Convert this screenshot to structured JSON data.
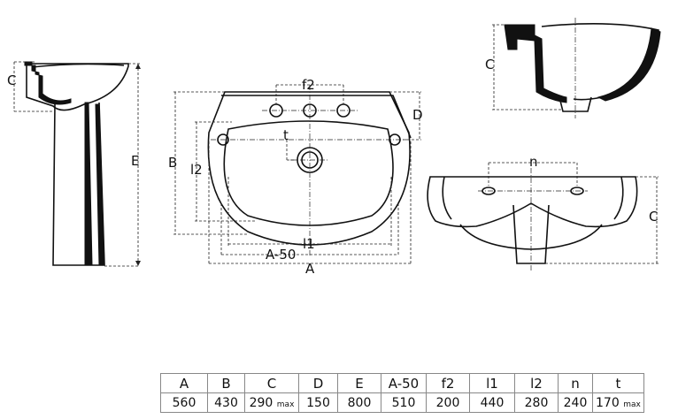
{
  "labels": {
    "side_C": "C",
    "side_E": "E",
    "front_B": "B",
    "front_f2": "f2",
    "front_D": "D",
    "front_t": "t",
    "front_l2": "l2",
    "front_l1": "l1",
    "front_A50": "A-50",
    "front_A": "A",
    "section_C": "C",
    "back_n": "n",
    "back_C": "C"
  },
  "table": {
    "headers": [
      "A",
      "B",
      "C",
      "D",
      "E",
      "A-50",
      "f2",
      "l1",
      "l2",
      "n",
      "t"
    ],
    "values": [
      {
        "v": "560",
        "suffix": ""
      },
      {
        "v": "430",
        "suffix": ""
      },
      {
        "v": "290",
        "suffix": "max"
      },
      {
        "v": "150",
        "suffix": ""
      },
      {
        "v": "800",
        "suffix": ""
      },
      {
        "v": "510",
        "suffix": ""
      },
      {
        "v": "200",
        "suffix": ""
      },
      {
        "v": "440",
        "suffix": ""
      },
      {
        "v": "280",
        "suffix": ""
      },
      {
        "v": "240",
        "suffix": ""
      },
      {
        "v": "170",
        "suffix": "max"
      }
    ]
  }
}
